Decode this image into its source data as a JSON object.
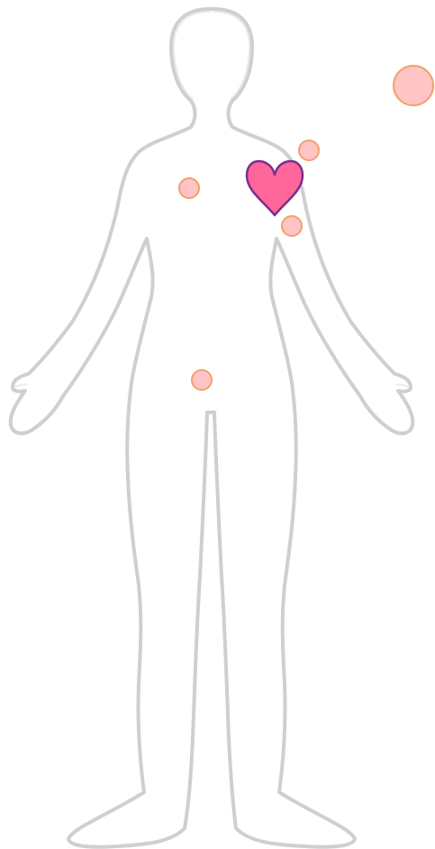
{
  "diagram": {
    "type": "body-map",
    "view": "front",
    "outline_color": "#cfcfcf",
    "marker_fill": "#ffc4c6",
    "marker_stroke": "#f4a06a",
    "heart_fill": "#ff6699",
    "heart_stroke": "#7b2d8e",
    "markers": [
      {
        "id": "marker-top-right",
        "shape": "circle",
        "size": "large"
      },
      {
        "id": "marker-upper-chest-right",
        "shape": "circle",
        "size": "small"
      },
      {
        "id": "marker-chest-left",
        "shape": "circle",
        "size": "small"
      },
      {
        "id": "marker-heart",
        "shape": "heart",
        "icon": "heart-icon"
      },
      {
        "id": "marker-lower-chest-right",
        "shape": "circle",
        "size": "small"
      },
      {
        "id": "marker-pelvis",
        "shape": "circle",
        "size": "small"
      }
    ]
  }
}
